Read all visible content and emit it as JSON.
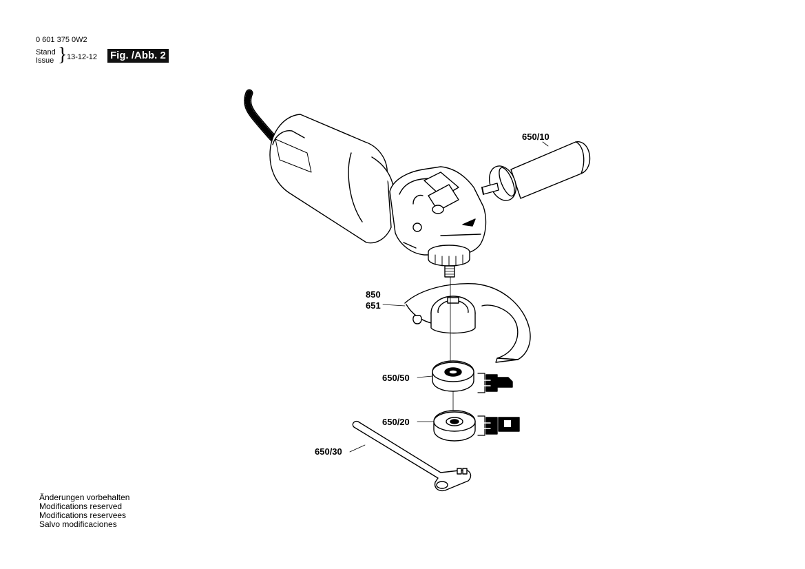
{
  "header": {
    "part_number": "0 601 375 0W2",
    "stand": "Stand",
    "issue": "Issue",
    "brace": "}",
    "date": "13-12-12",
    "figure": "Fig. /Abb. 2"
  },
  "notes": [
    "Änderungen vorbehalten",
    "Modifications reserved",
    "Modifications reservees",
    "Salvo modificaciones"
  ],
  "parts": {
    "handle": "650/10",
    "guard_a": "850",
    "guard_b": "651",
    "flange": "650/50",
    "nut": "650/20",
    "spanner": "650/30"
  },
  "colors": {
    "ink": "#000000",
    "fill": "#ffffff",
    "dark": "#111111"
  }
}
